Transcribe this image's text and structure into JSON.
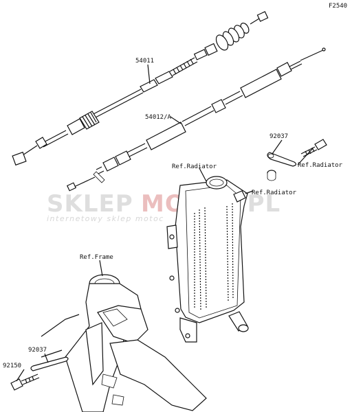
{
  "diagram_code": "F2540",
  "watermark": {
    "brand_left": "SKLEP",
    "brand_mid": "MOTO",
    "brand_right": "RS.PL",
    "tagline": "internetowy sklep motoc",
    "color_gray": "#d9d9d9",
    "color_red": "#e8b3b3"
  },
  "labels": {
    "part_54011": "54011",
    "part_54012a": "54012/A",
    "part_92037_top": "92037",
    "ref_radiator_1": "Ref.Radiator",
    "ref_radiator_2": "Ref.Radiator",
    "ref_radiator_3": "Ref.Radiator",
    "ref_frame": "Ref.Frame",
    "part_92037_bottom": "92037",
    "part_92150": "92150"
  }
}
